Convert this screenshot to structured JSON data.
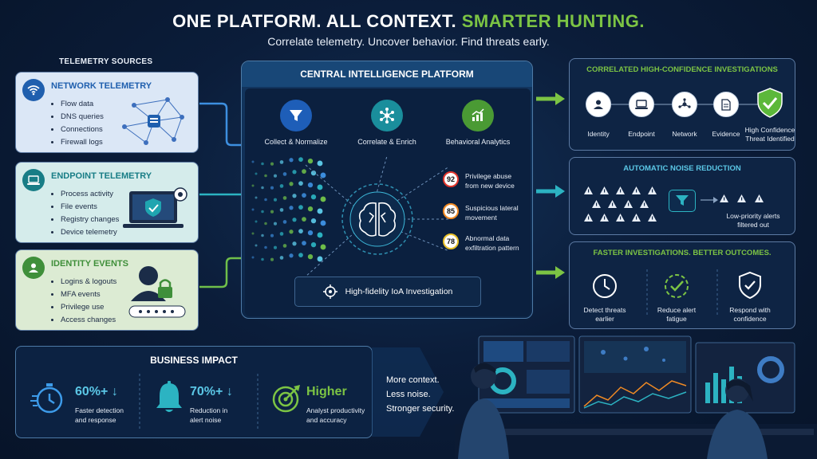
{
  "header": {
    "title_part1": "ONE PLATFORM. ALL CONTEXT. ",
    "title_part2": "SMARTER HUNTING.",
    "subtitle": "Correlate telemetry. Uncover behavior. Find threats early."
  },
  "sources": {
    "label": "TELEMETRY SOURCES",
    "items": [
      {
        "title": "NETWORK TELEMETRY",
        "icon": "wifi-icon",
        "color": "#1f5fae",
        "bullets": [
          "Flow data",
          "DNS queries",
          "Connections",
          "Firewall logs"
        ]
      },
      {
        "title": "ENDPOINT TELEMETRY",
        "icon": "laptop-icon",
        "color": "#187d86",
        "bullets": [
          "Process activity",
          "File events",
          "Registry changes",
          "Device telemetry"
        ]
      },
      {
        "title": "IDENTITY EVENTS",
        "icon": "user-icon",
        "color": "#3f8f3a",
        "bullets": [
          "Logins & logouts",
          "MFA events",
          "Privilege use",
          "Access changes"
        ]
      }
    ]
  },
  "platform": {
    "title": "CENTRAL INTELLIGENCE PLATFORM",
    "stages": [
      {
        "label": "Collect & Normalize",
        "icon": "funnel-icon"
      },
      {
        "label": "Correlate & Enrich",
        "icon": "network-icon"
      },
      {
        "label": "Behavioral Analytics",
        "icon": "analytics-icon"
      }
    ],
    "scores": [
      {
        "value": "92",
        "label_line1": "Privilege abuse",
        "label_line2": "from new device",
        "color": "#e2362d"
      },
      {
        "value": "85",
        "label_line1": "Suspicious lateral",
        "label_line2": "movement",
        "color": "#f08a24"
      },
      {
        "value": "78",
        "label_line1": "Abnormal data",
        "label_line2": "exfiltration pattern",
        "color": "#e8c12a"
      }
    ],
    "investigation_label": "High-fidelity IoA Investigation"
  },
  "correlated": {
    "title": "CORRELATED HIGH-CONFIDENCE INVESTIGATIONS",
    "nodes": [
      "Identity",
      "Endpoint",
      "Network",
      "Evidence"
    ],
    "final_line1": "High Confidence",
    "final_line2": "Threat Identified"
  },
  "noise": {
    "title": "AUTOMATIC NOISE REDUCTION",
    "result_line1": "Low-priority alerts",
    "result_line2": "filtered out"
  },
  "outcomes": {
    "title": "FASTER INVESTIGATIONS. BETTER OUTCOMES.",
    "items": [
      {
        "line1": "Detect threats",
        "line2": "earlier",
        "icon": "clock-icon"
      },
      {
        "line1": "Reduce alert",
        "line2": "fatigue",
        "icon": "check-gauge-icon"
      },
      {
        "line1": "Respond with",
        "line2": "confidence",
        "icon": "shield-check-icon"
      }
    ]
  },
  "impact": {
    "title": "BUSINESS IMPACT",
    "items": [
      {
        "value": "60%+",
        "arrow": "↓",
        "line1": "Faster detection",
        "line2": "and response",
        "icon": "stopwatch-icon"
      },
      {
        "value": "70%+",
        "arrow": "↓",
        "line1": "Reduction in",
        "line2": "alert noise",
        "icon": "bell-icon"
      },
      {
        "value": "Higher",
        "arrow": "",
        "line1": "Analyst productivity",
        "line2": "and accuracy",
        "icon": "target-icon"
      }
    ]
  },
  "tagline": {
    "line1": "More context.",
    "line2": "Less noise.",
    "line3": "Stronger security."
  },
  "colors": {
    "accent_green": "#7cc444",
    "accent_cyan": "#5bc7e6",
    "background": "#0a1a33"
  }
}
